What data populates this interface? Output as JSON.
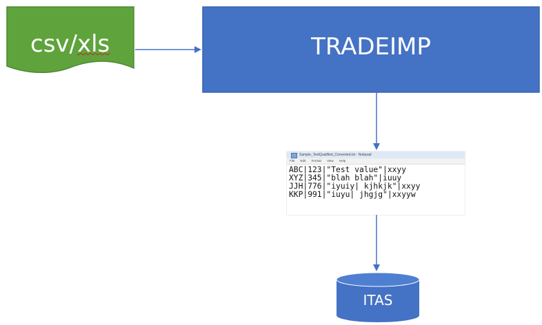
{
  "source": {
    "label_main": "csv/",
    "label_underlined": "xls"
  },
  "process": {
    "label": "TRADEIMP"
  },
  "notepad": {
    "title": "Sample_TextQualified_Converted.txt - Notepad",
    "menu": [
      "File",
      "Edit",
      "Format",
      "View",
      "Help"
    ],
    "lines": [
      "ABC|123|\"Test value\"|xxyy",
      "XYZ|345|\"blah blah\"|iuuy",
      "JJH|776|\"iyuiy| kjhkjk\"|xxyy",
      "KKP|991|\"iuyu| jhgjg\"|xxyyw"
    ]
  },
  "database": {
    "label": "ITAS"
  },
  "colors": {
    "document_fill": "#5fa33c",
    "document_stroke": "#4c8a2e",
    "process_fill": "#4472c4",
    "process_stroke": "#3a64ae",
    "database_fill": "#4472c4",
    "arrow": "#4472c4"
  }
}
